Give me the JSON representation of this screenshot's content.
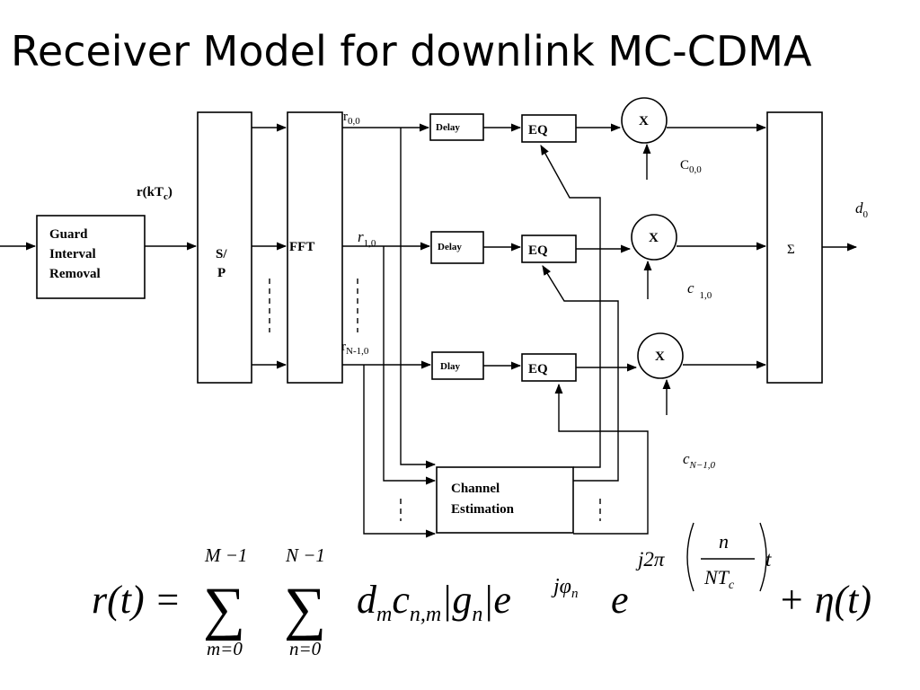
{
  "title": "Receiver Model for downlink MC-CDMA",
  "blocks": {
    "guard_line1": "Guard",
    "guard_line2": "Interval",
    "guard_line3": "Removal",
    "sp_line1": "S/",
    "sp_line2": "P",
    "fft": "FFT",
    "delay_0": "Delay",
    "delay_1": "Delay",
    "delay_2": "Dlay",
    "eq": "EQ",
    "mult": "X",
    "sum": "Σ",
    "channel_line1": "Channel",
    "channel_line2": "Estimation"
  },
  "signals": {
    "input": "r(kT",
    "input_sub": "c",
    "input_close": ")",
    "r_base": "r",
    "r0_sub": "0,0",
    "r1_sub": "1,0",
    "rn_sub": "N-1,0",
    "c_base": "C",
    "c_base_lower": "c",
    "c0_sub": "0,0",
    "c1_sub": "1,0",
    "cn_sub": "N−1,0",
    "d_base": "d",
    "d0_sub": "0"
  },
  "equation": {
    "lhs": "r(t) =",
    "sum1_upper": "M −1",
    "sum1_lower": "m=0",
    "sum2_upper": "N −1",
    "sum2_lower": "n=0",
    "sigma": "∑",
    "dm": "d",
    "dm_sub": "m",
    "cnm": "c",
    "cnm_sub": "n,m",
    "gn_open": "|g",
    "gn_sub": "n",
    "gn_close": "|e",
    "exp1": "jφ",
    "exp1_sub": "n",
    "e2": "e",
    "exp2_prefix": "j2π",
    "frac_num": "n",
    "frac_den": "NT",
    "frac_den_sub": "c",
    "exp2_suffix": "t",
    "tail": "+ η(t)"
  }
}
